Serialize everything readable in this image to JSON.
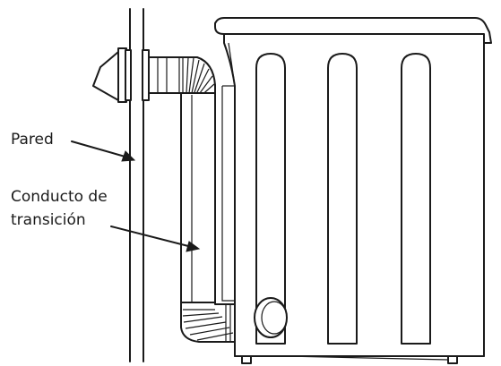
{
  "labels": {
    "wall": "Pared",
    "transition_duct_line1": "Conducto de",
    "transition_duct_line2": "transición"
  },
  "colors": {
    "line": "#1a1a1a",
    "background": "#ffffff"
  }
}
